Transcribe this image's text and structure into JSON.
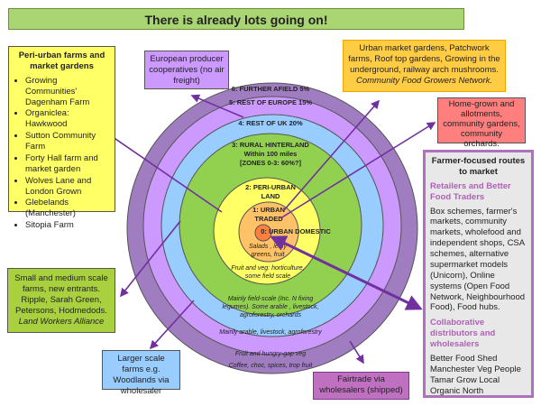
{
  "title": "There is already lots going on!",
  "colors": {
    "arrow": "#7030a0",
    "ring6": "#a07cc0",
    "ring5": "#cc99ff",
    "ring4": "#99ccff",
    "ring3": "#92d050",
    "ring2": "#ffff66",
    "ring1": "#ffc266",
    "ring0": "#ff7f3f"
  },
  "rings": {
    "r6": "6: FURTHER AFIELD 5%",
    "r5": "5: REST OF EUROPE 15%",
    "r4": "4: REST OF UK 20%",
    "r3": [
      "3: RURAL HINTERLAND",
      "Within 100 miles",
      "[ZONES 0-3: 60%?]"
    ],
    "r2": [
      "2: PERI-URBAN",
      "LAND"
    ],
    "r1": [
      "1: URBAN",
      "TRADED"
    ],
    "r0": "0: URBAN DOMESTIC",
    "d1": [
      "Salads , leafy",
      "greens, fruit"
    ],
    "d2": [
      "Fruit and veg: horticulture,",
      "some  field scale"
    ],
    "d3": [
      "Mainly field-scale (Inc. N fixing",
      "legumes). Some arable , livestock,",
      "agroforestry, orchards"
    ],
    "d4": "Mainly arable, livestock, agroforestry",
    "d5": "Fruit and hungry-gap veg",
    "d6": "Coffee, choc, spices, trop fruit"
  },
  "peri": {
    "heading": "Peri-urban farms and market gardens",
    "items": [
      "Growing Communities' Dagenham Farm",
      "Organiclea: Hawkwood",
      "Sutton Community Farm",
      "Forty Hall farm and market garden",
      "Wolves Lane and London Grown",
      "Glebelands (Manchester)",
      "Sitopia Farm"
    ]
  },
  "euro": "European producer cooperatives (no air freight)",
  "urban": {
    "text": "Urban market gardens, Patchwork farms, Roof top gardens, Growing in the underground, railway arch mushrooms.",
    "italic": "Community Food Growers Network."
  },
  "home": "Home-grown and allotments, community gardens, community orchards.",
  "farmer": {
    "heading": "Farmer-focused routes to market",
    "sub1": "Retailers and Better Food Traders",
    "body1": "Box schemes, farmer's markets, community markets, wholefood and independent shops, CSA schemes, alternative supermarket models (Unicorn), Online systems (Open Food Network, Neighbourhood Food), Food hubs.",
    "sub2": "Collaborative distributors and wholesalers",
    "list": [
      "Better Food Shed",
      "Manchester Veg People",
      "Tamar Grow Local",
      "Organic North"
    ]
  },
  "small": {
    "text": "Small and medium scale farms,  new entrants. Ripple, Sarah Green, Petersons, Hodmedods.",
    "italic": "Land Workers Alliance"
  },
  "larger": "Larger scale farms e.g. Woodlands via wholesaler",
  "fair": "Fairtrade via wholesalers  (shipped)"
}
